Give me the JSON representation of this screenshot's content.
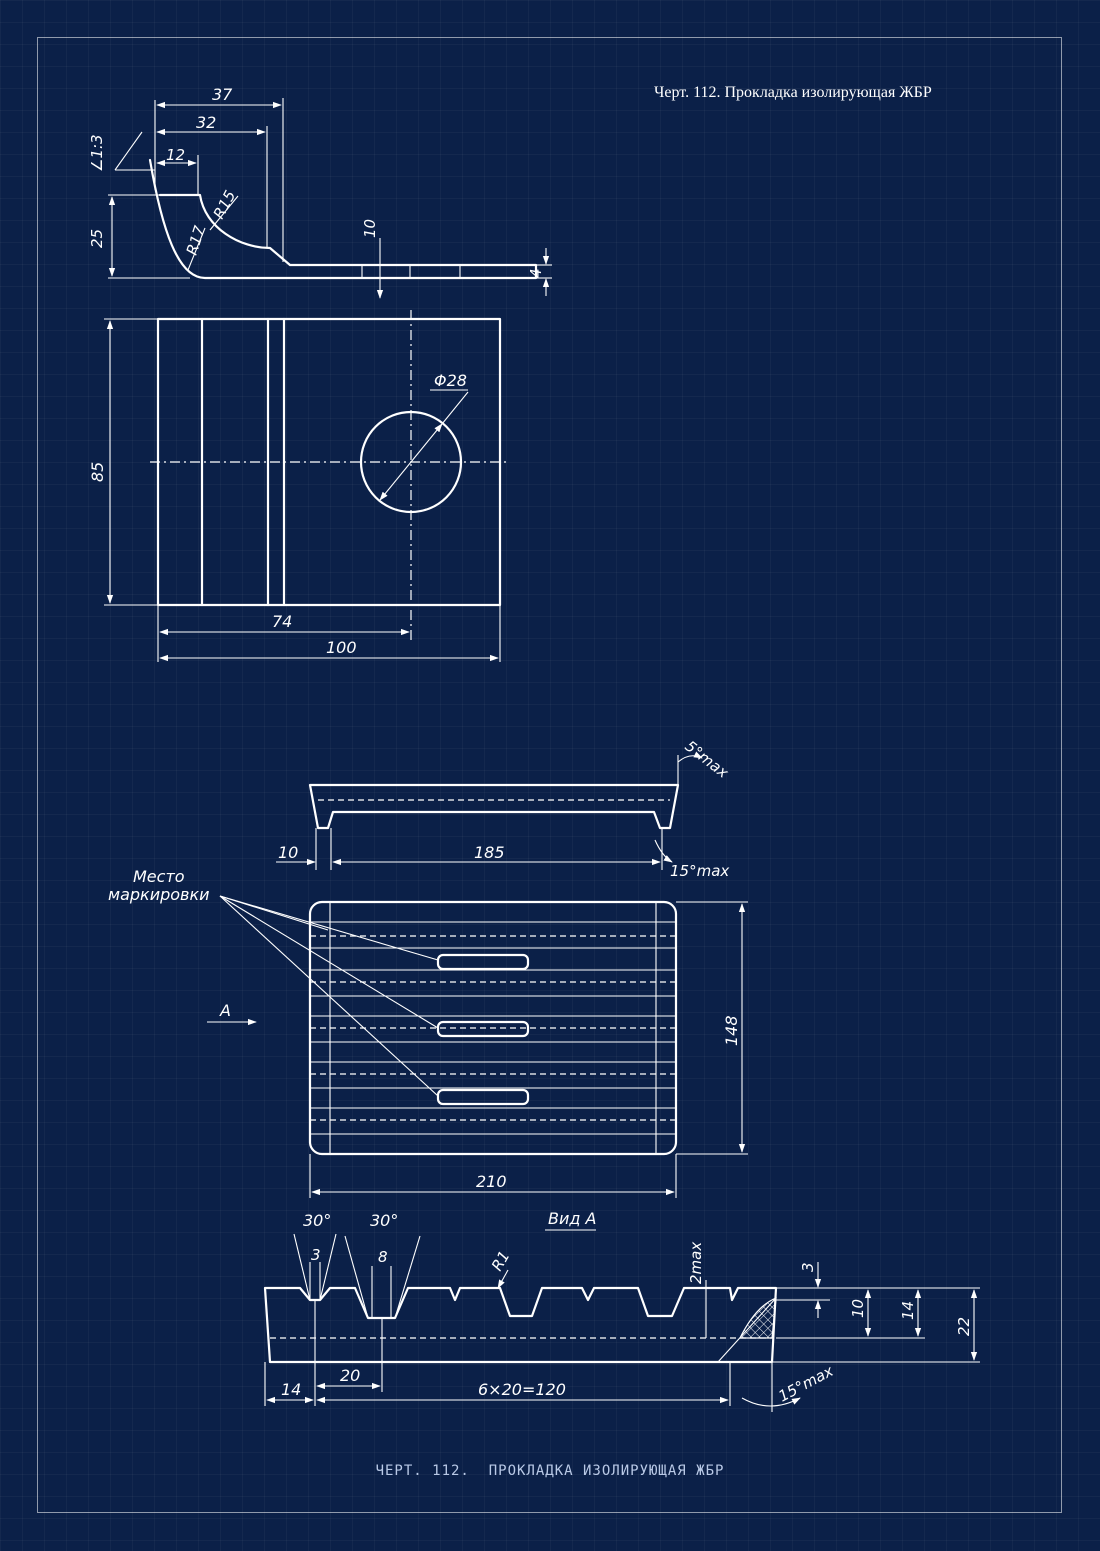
{
  "title": "Черт. 112. Прокладка изолирующая ЖБР",
  "footer": "ЧЕРТ. 112.  ПРОКЛАДКА ИЗОЛИРУЮЩАЯ ЖБР",
  "colors": {
    "background": "#0b2048",
    "lines": "#ffffff",
    "footer": "#b9c9e6"
  },
  "top_views": {
    "dim_37": "37",
    "dim_32": "32",
    "dim_12": "12",
    "slope": "∠1:3",
    "r15": "R15",
    "r17": "R17",
    "dim_25": "25",
    "dim_10": "10",
    "dim_4": "4",
    "dia": "Φ28",
    "dim_85": "85",
    "dim_74": "74",
    "dim_100": "100"
  },
  "bottom_views": {
    "angle_5": "5°max",
    "dim_10": "10",
    "dim_185": "185",
    "angle_15": "15°max",
    "marking_1": "Место",
    "marking_2": "маркировки",
    "view_arrow": "A",
    "dim_148": "148",
    "dim_210": "210",
    "view_a": "Вид А",
    "angle_30a": "30°",
    "angle_30b": "30°",
    "dim_3": "3",
    "dim_8": "8",
    "r1": "R1",
    "dim_2max": "2max",
    "dim_3r": "3",
    "dim_10r": "10",
    "dim_14r": "14",
    "dim_22": "22",
    "dim_14": "14",
    "dim_20": "20",
    "dim_6x20": "6×20=120",
    "angle_15b": "15°max"
  }
}
